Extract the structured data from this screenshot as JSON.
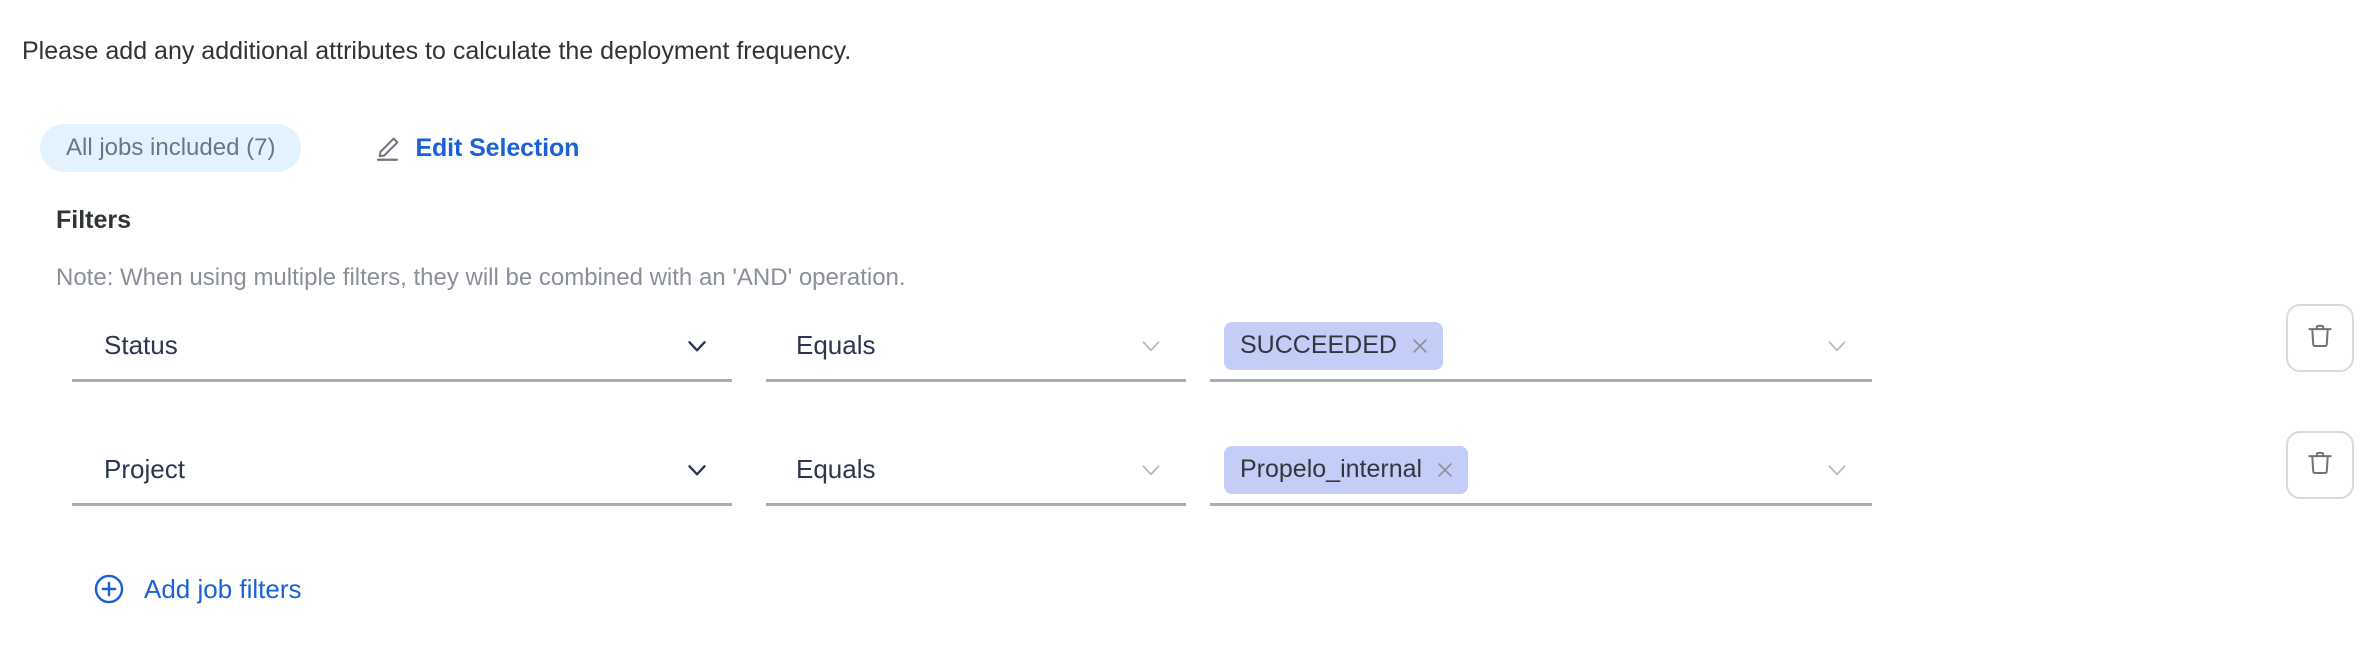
{
  "intro_text": "Please add any additional attributes to calculate the deployment frequency.",
  "selection": {
    "jobs_pill_label": "All jobs included (7)",
    "edit_label": "Edit Selection",
    "pencil_icon": "pencil-icon"
  },
  "filters_section": {
    "heading": "Filters",
    "note": "Note: When using multiple filters, they will be combined with an 'AND' operation.",
    "rows": [
      {
        "attribute": "Status",
        "operator": "Equals",
        "value_chip": "SUCCEEDED",
        "chip_close_icon": "close-icon",
        "delete_icon": "trash-icon"
      },
      {
        "attribute": "Project",
        "operator": "Equals",
        "value_chip": "Propelo_internal",
        "chip_close_icon": "close-icon",
        "delete_icon": "trash-icon"
      }
    ],
    "add_filters_label": "Add job filters",
    "add_icon": "plus-circle-icon"
  },
  "colors": {
    "link_blue": "#1a61d6",
    "pill_bg": "#e3f2fd",
    "pill_text": "#6b7684",
    "chip_bg": "#c3cdf7",
    "chip_text": "#32373d",
    "field_text": "#2c3553",
    "underline": "#a9adb3",
    "note_text": "#8a8f98",
    "body_text": "#2f3437",
    "icon_gray": "#6f757c",
    "border_gray": "#d7dade"
  }
}
